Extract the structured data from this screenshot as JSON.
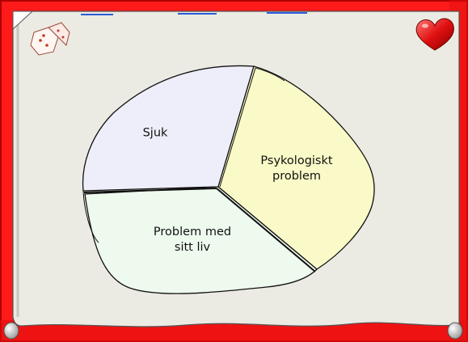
{
  "diagram": {
    "segments": [
      {
        "id": "sjuk",
        "label": "Sjuk",
        "fill": "#eeeefa"
      },
      {
        "id": "psyk",
        "label": "Psykologiskt\nproblem",
        "fill": "#fafac8"
      },
      {
        "id": "liv",
        "label": "Problem med\nsitt liv",
        "fill": "#eefaee"
      }
    ]
  },
  "frame": {
    "border_color": "#ff1a1a",
    "border_dark": "#cc0000",
    "panel_color": "#ecebe3"
  },
  "decorations": {
    "top_left_icon": "dice-icon",
    "top_right_icon": "heart-icon"
  }
}
